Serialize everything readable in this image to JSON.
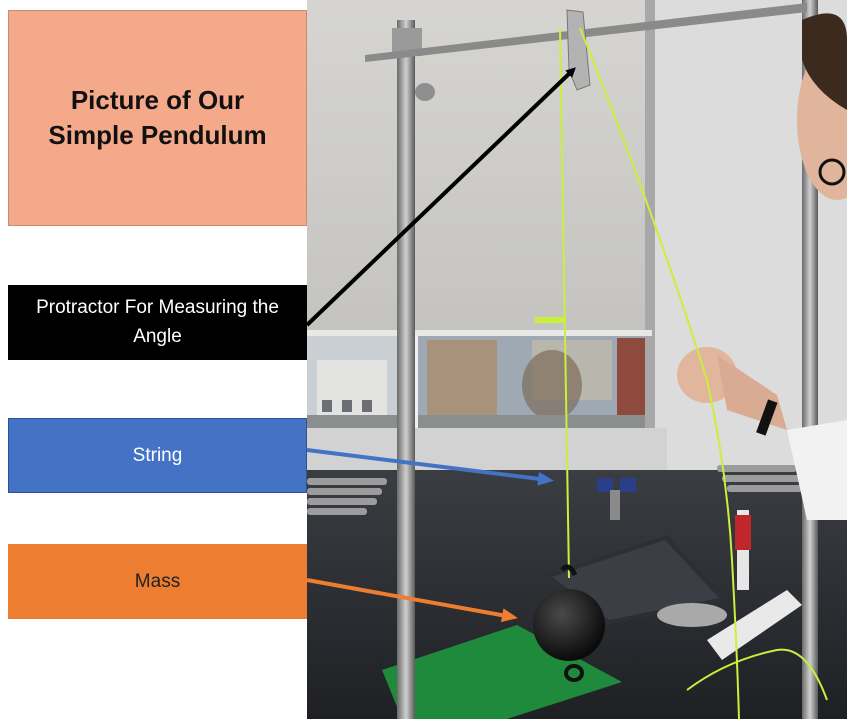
{
  "title": "Picture of Our Simple Pendulum",
  "labels": {
    "protractor": "Protractor For Measuring the Angle",
    "string": "String",
    "mass": "Mass"
  },
  "colors": {
    "title_bg": "#f4a98a",
    "protractor_bg": "#000000",
    "string_bg": "#4472c4",
    "mass_bg": "#ed7d31",
    "string_line": "#c8f03c"
  }
}
